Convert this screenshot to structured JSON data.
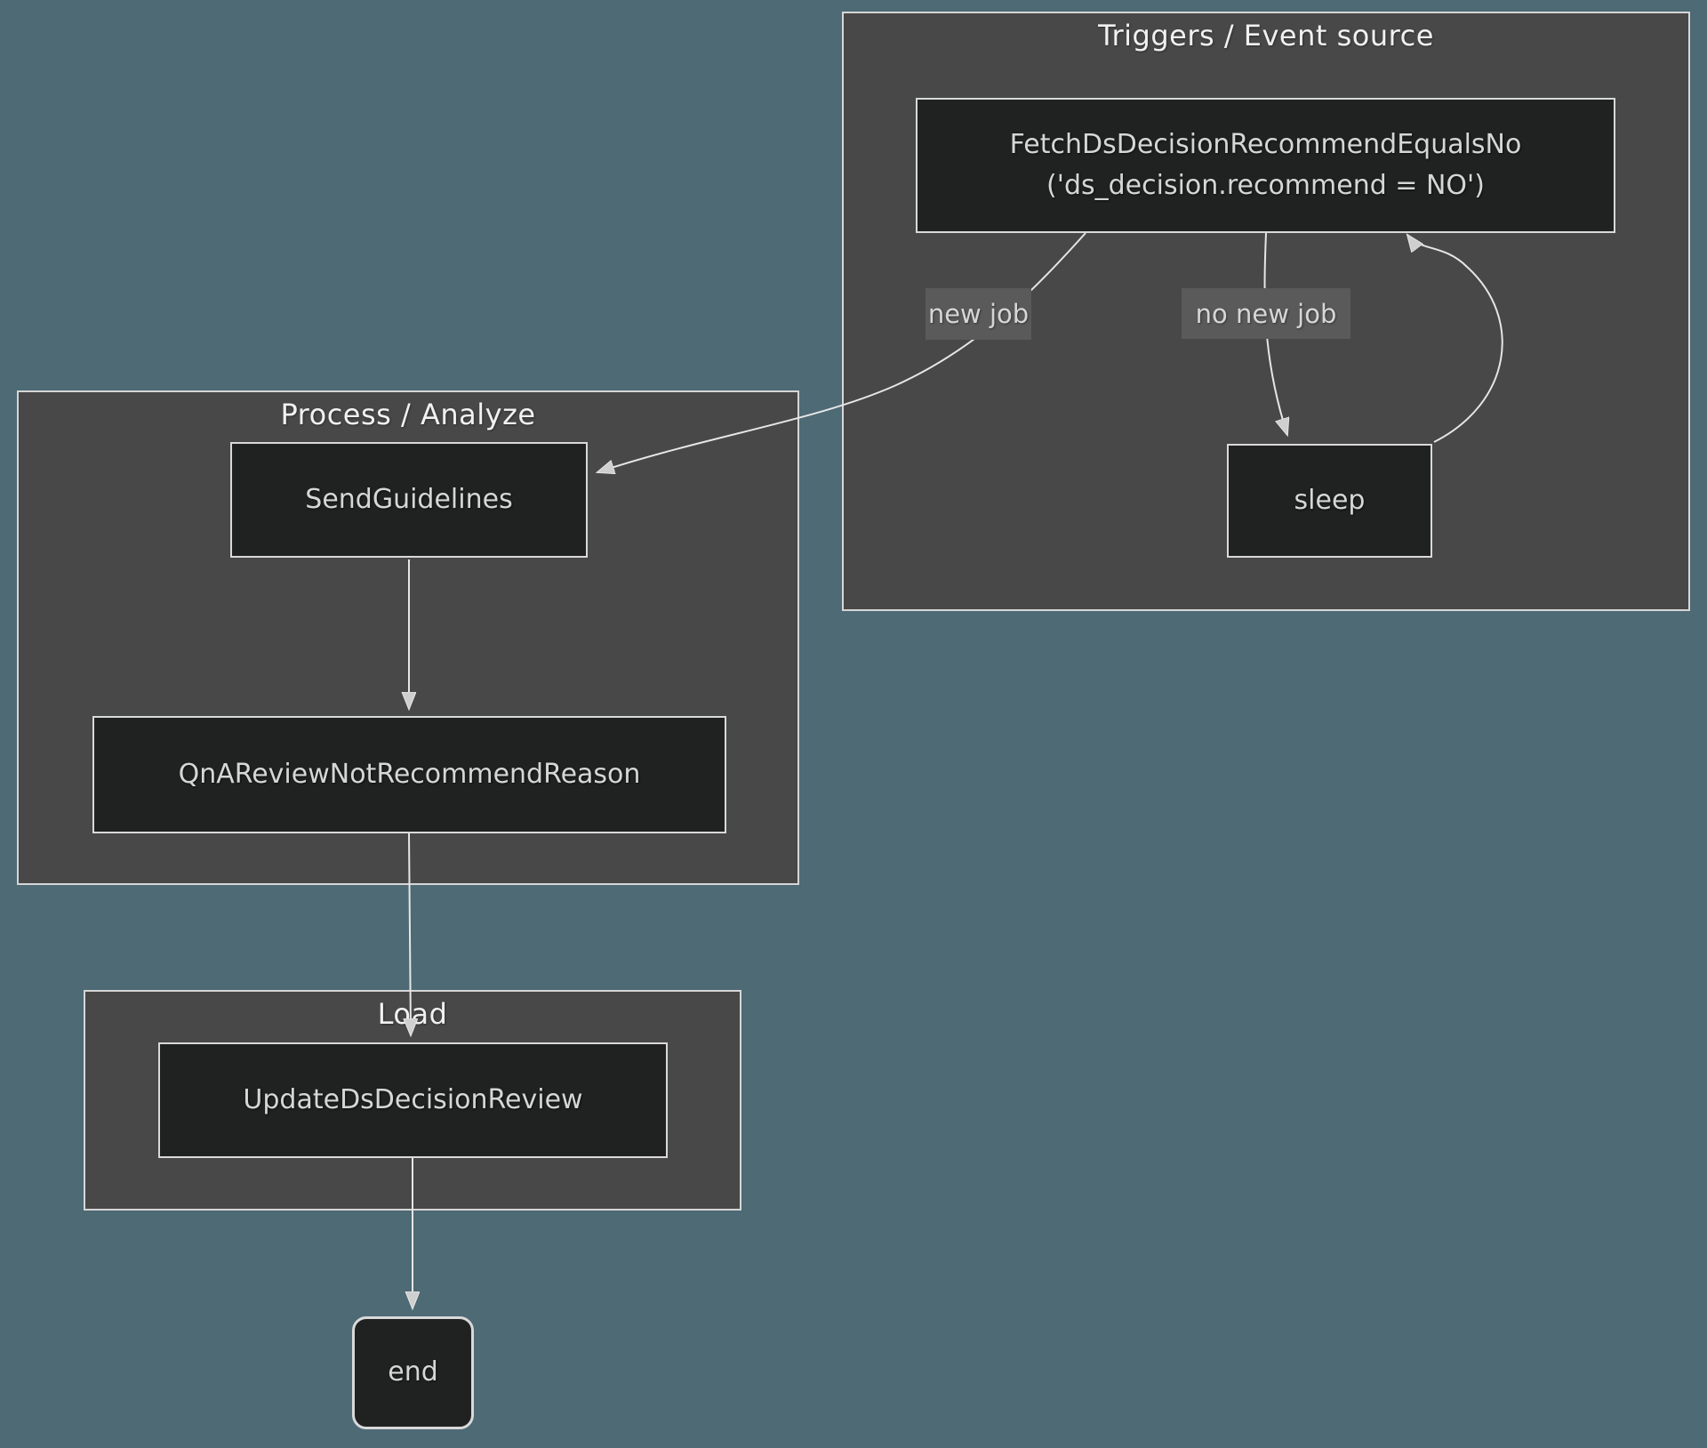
{
  "diagram": {
    "clusters": {
      "triggers": {
        "title": "Triggers / Event source"
      },
      "process": {
        "title": "Process / Analyze"
      },
      "load": {
        "title": "Load"
      }
    },
    "nodes": {
      "fetch": {
        "line1": "FetchDsDecisionRecommendEqualsNo",
        "line2": "('ds_decision.recommend = NO')"
      },
      "sleep": {
        "label": "sleep"
      },
      "send_guidelines": {
        "label": "SendGuidelines"
      },
      "qna_review": {
        "label": "QnAReviewNotRecommendReason"
      },
      "update_review": {
        "label": "UpdateDsDecisionReview"
      },
      "end": {
        "label": "end"
      }
    },
    "edge_labels": {
      "new_job": "new job",
      "no_new_job": "no new job"
    }
  },
  "colors": {
    "background": "#4d6a75",
    "cluster_fill": "#484848",
    "cluster_border": "#d6d6d6",
    "node_fill": "#202222",
    "node_border": "#d9d9d9",
    "edge_stroke": "#e6e6e6",
    "arrow_fill": "#cfcfcf",
    "label_fill": "#5a5a5a",
    "node_text": "#d6d6d6",
    "title_text": "#f1f1f1"
  }
}
